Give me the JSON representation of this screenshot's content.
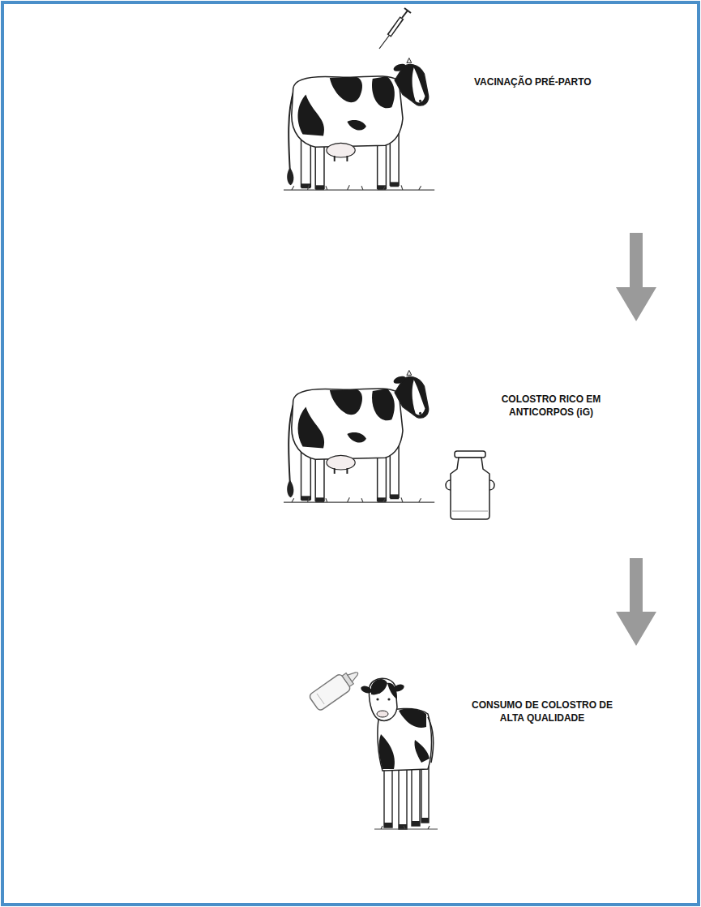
{
  "diagram": {
    "nodes": [
      {
        "text": [
          "VACINAÇÃO PRÉ-PARTO"
        ]
      },
      {
        "text": [
          "COLOSTRO RICO EM ANTICORPOS (iG)"
        ]
      },
      {
        "text": [
          "CONSUMO DE COLOSTRO DE ALTA QUALIDADE"
        ]
      }
    ],
    "edges": [
      {
        "from": 0,
        "to": 1,
        "arrow": "to"
      },
      {
        "from": 1,
        "to": 2,
        "arrow": "to"
      }
    ]
  }
}
